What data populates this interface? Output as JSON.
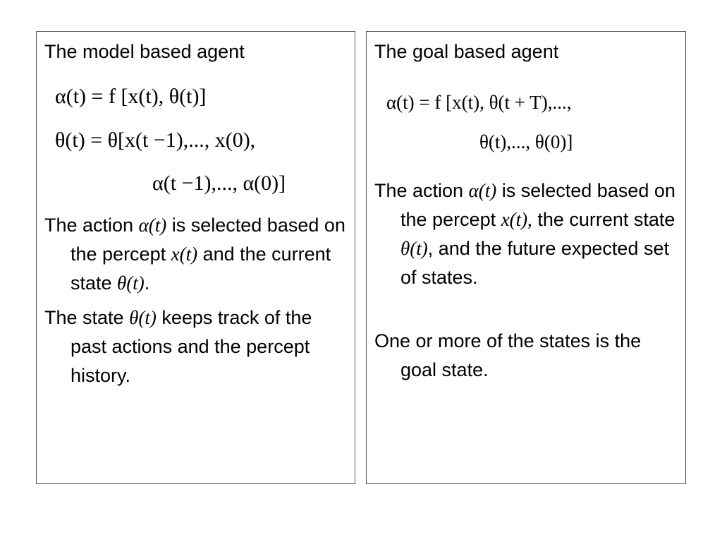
{
  "left_panel": {
    "title": "The model based agent",
    "equations": [
      "α(t) = f [x(t), θ(t)]",
      "θ(t) = θ[x(t −1),..., x(0),",
      "α(t −1),..., α(0)]"
    ],
    "bullets": [
      {
        "pre": "The action ",
        "sym1": "α(t)",
        "mid1": " is selected based on the percept ",
        "sym2": "x(t)",
        "mid2": " and the current state ",
        "sym3": "θ(t)",
        "post": "."
      },
      {
        "pre": "The state ",
        "sym1": "θ(t)",
        "post": " keeps track of the past actions and the percept history."
      }
    ]
  },
  "right_panel": {
    "title": "The goal based agent",
    "equations": [
      "α(t) = f [x(t), θ(t + T),...,",
      "θ(t),..., θ(0)]"
    ],
    "bullets": [
      {
        "pre": "The action ",
        "sym1": "α(t)",
        "mid1": " is selected based on the percept ",
        "sym2": "x(t),",
        "mid2": " the current state ",
        "sym3": "θ(t)",
        "post": ", and the future expected set of states."
      },
      {
        "text": "One or more of the states is the goal state."
      }
    ]
  }
}
